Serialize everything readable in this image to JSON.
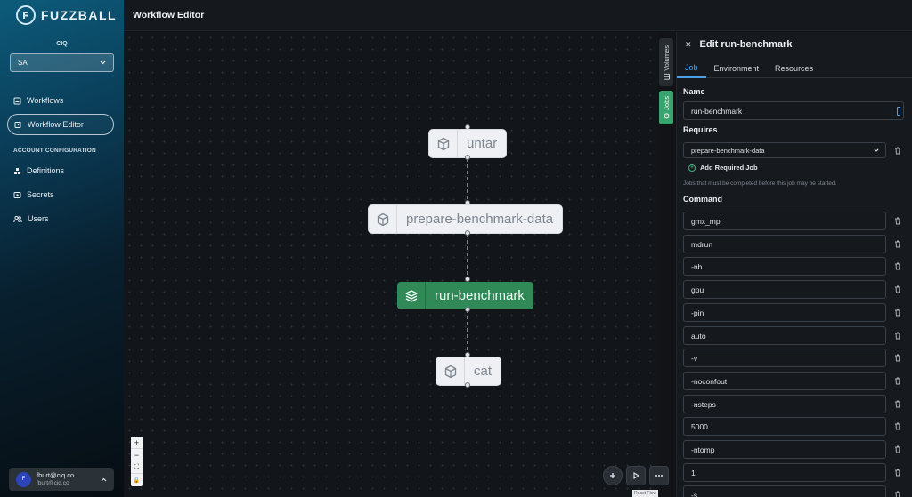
{
  "brand": {
    "name": "FUZZBALL"
  },
  "sidebar": {
    "org_label": "CIQ",
    "org_value": "SA",
    "items": [
      {
        "label": "Workflows",
        "icon": "list-icon"
      },
      {
        "label": "Workflow Editor",
        "icon": "edit-icon",
        "active": true
      }
    ],
    "section_label": "ACCOUNT CONFIGURATION",
    "config_items": [
      {
        "label": "Definitions",
        "icon": "boxes-icon"
      },
      {
        "label": "Secrets",
        "icon": "secret-icon"
      },
      {
        "label": "Users",
        "icon": "users-icon"
      }
    ],
    "user": {
      "initial": "F",
      "name": "fburt@ciq.co",
      "email": "fburt@ciq.co"
    }
  },
  "header": {
    "title": "Workflow Editor"
  },
  "canvas": {
    "nodes": [
      {
        "label": "untar",
        "icon": "cube-icon"
      },
      {
        "label": "prepare-benchmark-data",
        "icon": "cube-icon"
      },
      {
        "label": "run-benchmark",
        "icon": "layers-icon",
        "selected": true
      },
      {
        "label": "cat",
        "icon": "cube-icon"
      }
    ],
    "zoom_controls": [
      "+",
      "−",
      "⛶",
      "🔒"
    ],
    "attribution": "React Flow"
  },
  "vertical_tabs": {
    "volumes": "Volumes",
    "jobs": "Jobs"
  },
  "panel": {
    "title": "Edit run-benchmark",
    "tabs": [
      "Job",
      "Environment",
      "Resources"
    ],
    "active_tab": "Job",
    "name_label": "Name",
    "name_value": "run-benchmark",
    "requires_label": "Requires",
    "requires_value": "prepare-benchmark-data",
    "add_required_job": "Add Required Job",
    "requires_help": "Jobs that must be completed before this job may be started.",
    "command_label": "Command",
    "command": [
      "gmx_mpi",
      "mdrun",
      "-nb",
      "gpu",
      "-pin",
      "auto",
      "-v",
      "-noconfout",
      "-nsteps",
      "5000",
      "-ntomp",
      "1",
      "-s"
    ]
  },
  "colors": {
    "accent_green": "#2f8a57",
    "tab_blue": "#4aa0e6"
  }
}
